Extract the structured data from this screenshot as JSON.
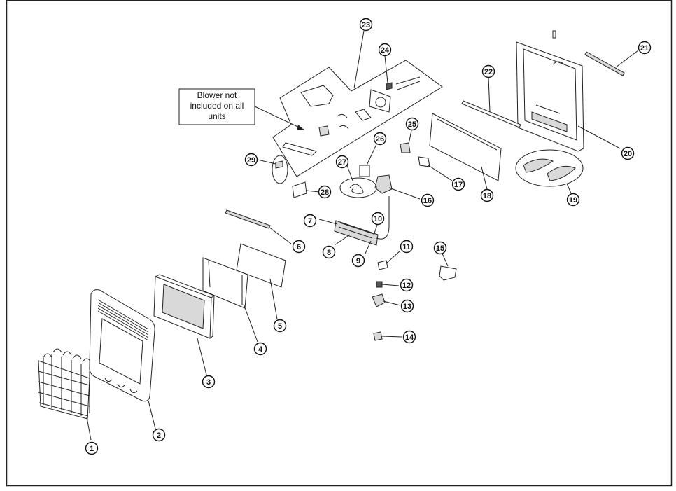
{
  "diagram": {
    "note": {
      "lines": [
        "Blower not",
        "included on all",
        "units"
      ]
    },
    "callouts": [
      "1",
      "2",
      "3",
      "4",
      "5",
      "6",
      "7",
      "8",
      "9",
      "10",
      "11",
      "12",
      "13",
      "14",
      "15",
      "16",
      "17",
      "18",
      "19",
      "20",
      "21",
      "22",
      "23",
      "24",
      "25",
      "26",
      "27",
      "28",
      "29"
    ]
  }
}
